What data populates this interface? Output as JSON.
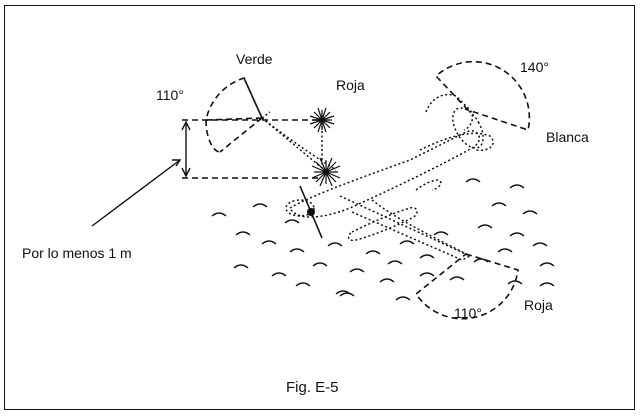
{
  "labels": {
    "verde": "Verde",
    "roja_top": "Roja",
    "angle_left": "110°",
    "angle_tail": "140°",
    "blanca": "Blanca",
    "min_height": "Por lo menos 1 m",
    "angle_right": "110°",
    "roja_bottom": "Roja"
  },
  "caption": "Fig. E-5",
  "colors": {
    "ink": "#111111",
    "background": "#ffffff"
  }
}
